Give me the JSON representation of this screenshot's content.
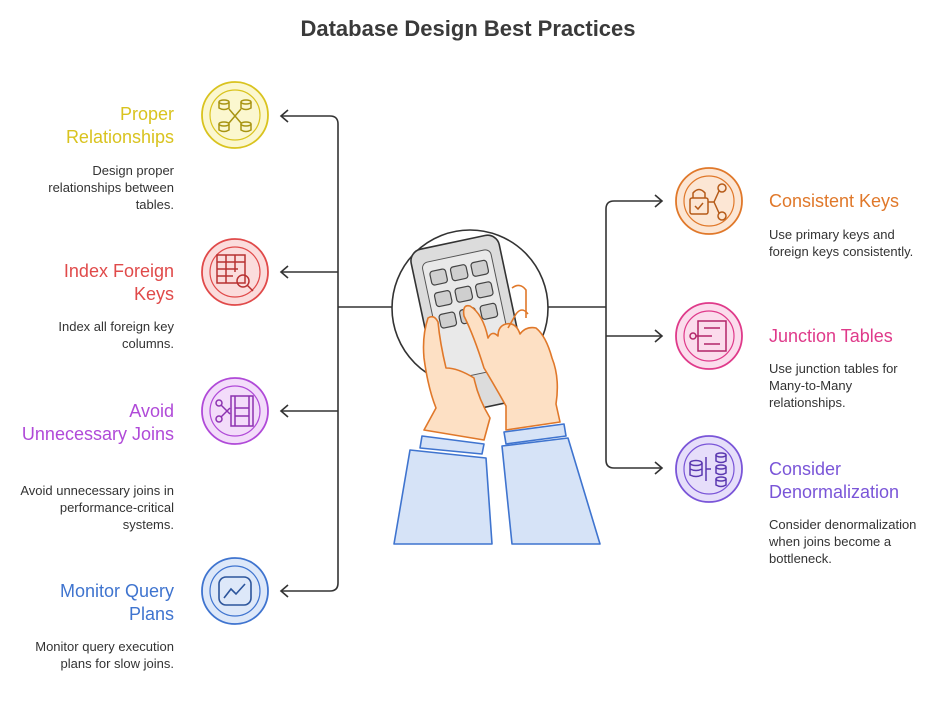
{
  "title": "Database Design Best Practices",
  "left_items": [
    {
      "title": "Proper Relationships",
      "description": "Design proper relationships between tables.",
      "icon": "database-relationships-icon",
      "color": "#d9c31f",
      "fill": "#fbf7cf"
    },
    {
      "title": "Index Foreign Keys",
      "description": "Index all foreign key columns.",
      "icon": "table-search-icon",
      "color": "#e04a4a",
      "fill": "#fbdcdc"
    },
    {
      "title": "Avoid Unnecessary Joins",
      "description": "Avoid unnecessary joins in performance-critical systems.",
      "icon": "scissors-film-icon",
      "color": "#b04ad8",
      "fill": "#f3dcfa"
    },
    {
      "title": "Monitor Query Plans",
      "description": "Monitor query execution plans for slow joins.",
      "icon": "line-chart-monitor-icon",
      "color": "#3f74cf",
      "fill": "#dde8f9"
    }
  ],
  "right_items": [
    {
      "title": "Consistent Keys",
      "description": "Use primary keys and foreign keys consistently.",
      "icon": "lock-key-icon",
      "color": "#e0782a",
      "fill": "#fce6d4"
    },
    {
      "title": "Junction Tables",
      "description": "Use junction tables for Many-to-Many relationships.",
      "icon": "junction-list-icon",
      "color": "#df3a8a",
      "fill": "#fbdcec"
    },
    {
      "title": "Consider Denormalization",
      "description": "Consider denormalization when joins become a bottleneck.",
      "icon": "database-split-icon",
      "color": "#7a55d8",
      "fill": "#e6defa"
    }
  ],
  "center": {
    "icon": "hands-phone-icon"
  }
}
